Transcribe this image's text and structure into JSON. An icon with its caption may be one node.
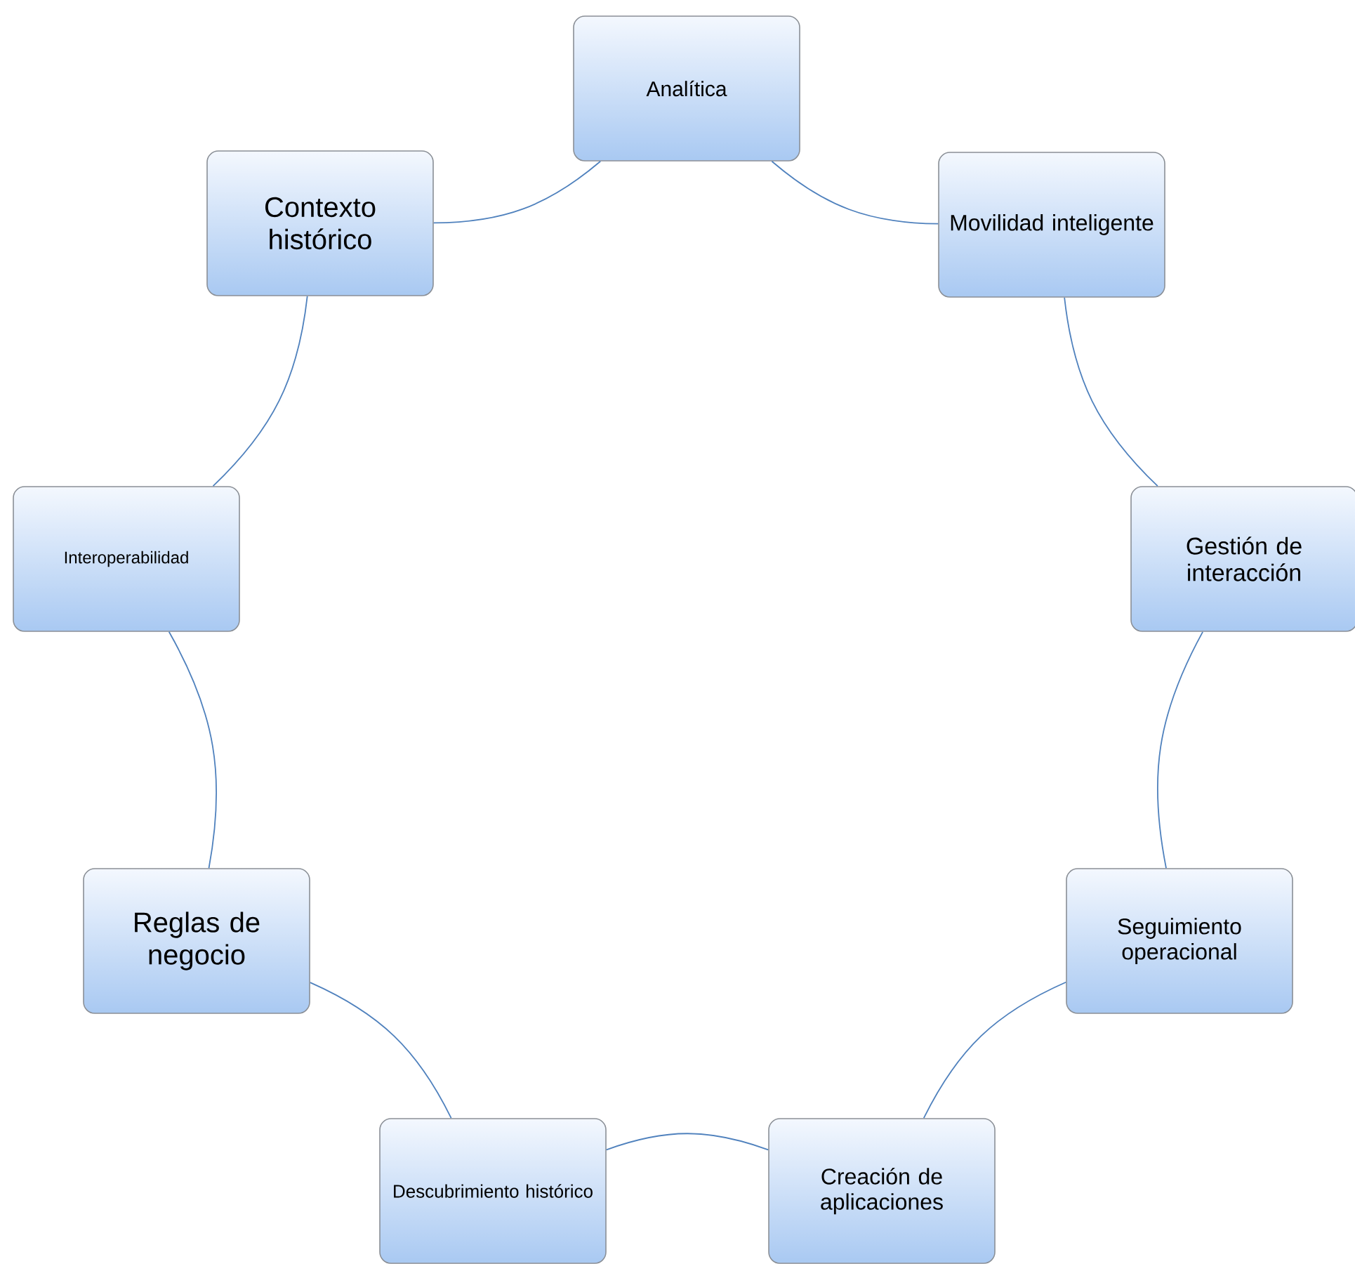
{
  "diagram": {
    "nodes": [
      {
        "text": [
          "Analítica"
        ]
      },
      {
        "text": [
          "Movilidad inteligente"
        ]
      },
      {
        "text": [
          "Gestión de interacción"
        ]
      },
      {
        "text": [
          "Seguimiento operacional"
        ]
      },
      {
        "text": [
          "Creación de aplicaciones"
        ]
      },
      {
        "text": [
          "Descubrimiento histórico"
        ]
      },
      {
        "text": [
          "Reglas de negocio"
        ]
      },
      {
        "text": [
          "Interoperabilidad"
        ]
      },
      {
        "text": [
          "Contexto histórico"
        ]
      }
    ],
    "edges": [
      {
        "from": 0,
        "to": 1,
        "arrow": "none"
      },
      {
        "from": 1,
        "to": 2,
        "arrow": "none"
      },
      {
        "from": 2,
        "to": 3,
        "arrow": "none"
      },
      {
        "from": 3,
        "to": 4,
        "arrow": "none"
      },
      {
        "from": 4,
        "to": 5,
        "arrow": "none"
      },
      {
        "from": 5,
        "to": 6,
        "arrow": "none"
      },
      {
        "from": 6,
        "to": 7,
        "arrow": "none"
      },
      {
        "from": 7,
        "to": 8,
        "arrow": "none"
      },
      {
        "from": 8,
        "to": 0,
        "arrow": "none"
      }
    ]
  }
}
